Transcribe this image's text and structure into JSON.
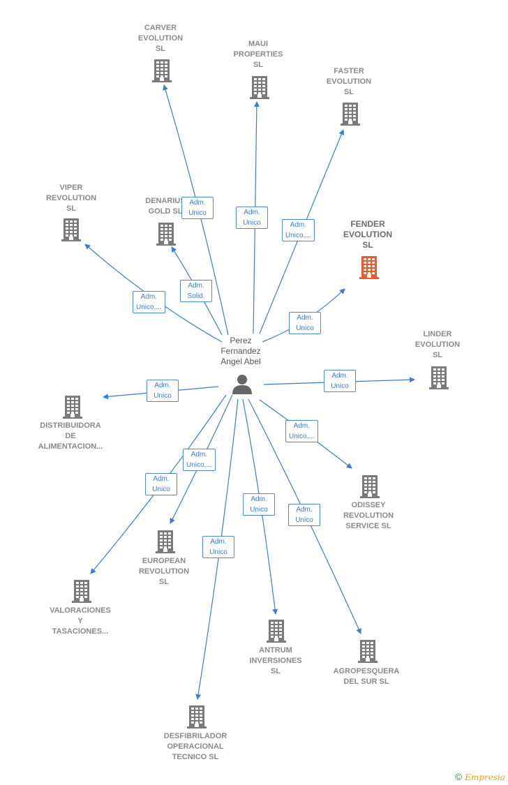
{
  "person": {
    "name": "Perez\nFernandez\nAngel Abel"
  },
  "companies": [
    {
      "id": "carver",
      "name": "CARVER\nEVOLUTION\nSL"
    },
    {
      "id": "maui",
      "name": "MAUI\nPROPERTIES\nSL"
    },
    {
      "id": "faster",
      "name": "FASTER\nEVOLUTION\nSL"
    },
    {
      "id": "viper",
      "name": "VIPER\nREVOLUTION\nSL"
    },
    {
      "id": "denarius",
      "name": "DENARIUS\nGOLD  SL"
    },
    {
      "id": "fender",
      "name": "FENDER\nEVOLUTION\nSL",
      "highlight": true
    },
    {
      "id": "linder",
      "name": "LINDER\nEVOLUTION\nSL"
    },
    {
      "id": "distribuidora",
      "name": "DISTRIBUIDORA\nDE\nALIMENTACION..."
    },
    {
      "id": "odissey",
      "name": "ODISSEY\nREVOLUTION\nSERVICE  SL"
    },
    {
      "id": "european",
      "name": "EUROPEAN\nREVOLUTION\nSL"
    },
    {
      "id": "valoraciones",
      "name": "VALORACIONES\nY\nTASACIONES..."
    },
    {
      "id": "antrum",
      "name": "ANTRUM\nINVERSIONES\nSL"
    },
    {
      "id": "agropesquera",
      "name": "AGROPESQUERA\nDEL SUR  SL"
    },
    {
      "id": "desfibrilador",
      "name": "DESFIBRILADOR\nOPERACIONAL\nTECNICO  SL"
    }
  ],
  "relations": [
    {
      "to": "carver",
      "label": "Adm.\nUnico"
    },
    {
      "to": "maui",
      "label": "Adm.\nUnico"
    },
    {
      "to": "faster",
      "label": "Adm.\nUnico,..."
    },
    {
      "to": "viper",
      "label": "Adm.\nUnico,..."
    },
    {
      "to": "denarius",
      "label": "Adm.\nSolid."
    },
    {
      "to": "fender",
      "label": "Adm.\nUnico"
    },
    {
      "to": "linder",
      "label": "Adm.\nUnico"
    },
    {
      "to": "distribuidora",
      "label": "Adm.\nUnico"
    },
    {
      "to": "odissey",
      "label": "Adm.\nUnico,..."
    },
    {
      "to": "european",
      "label": "Adm.\nUnico,..."
    },
    {
      "to": "valoraciones",
      "label": "Adm.\nUnico"
    },
    {
      "to": "antrum",
      "label": "Adm.\nUnico"
    },
    {
      "to": "agropesquera",
      "label": "Adm.\nUnico"
    },
    {
      "to": "desfibrilador",
      "label": "Adm.\nUnico"
    }
  ],
  "colors": {
    "edge": "#3a7bd5",
    "building": "#7a7a7a",
    "building_highlight": "#f05a28",
    "person": "#666666"
  },
  "footer": {
    "copyright": "©",
    "brand": "Empresia"
  }
}
